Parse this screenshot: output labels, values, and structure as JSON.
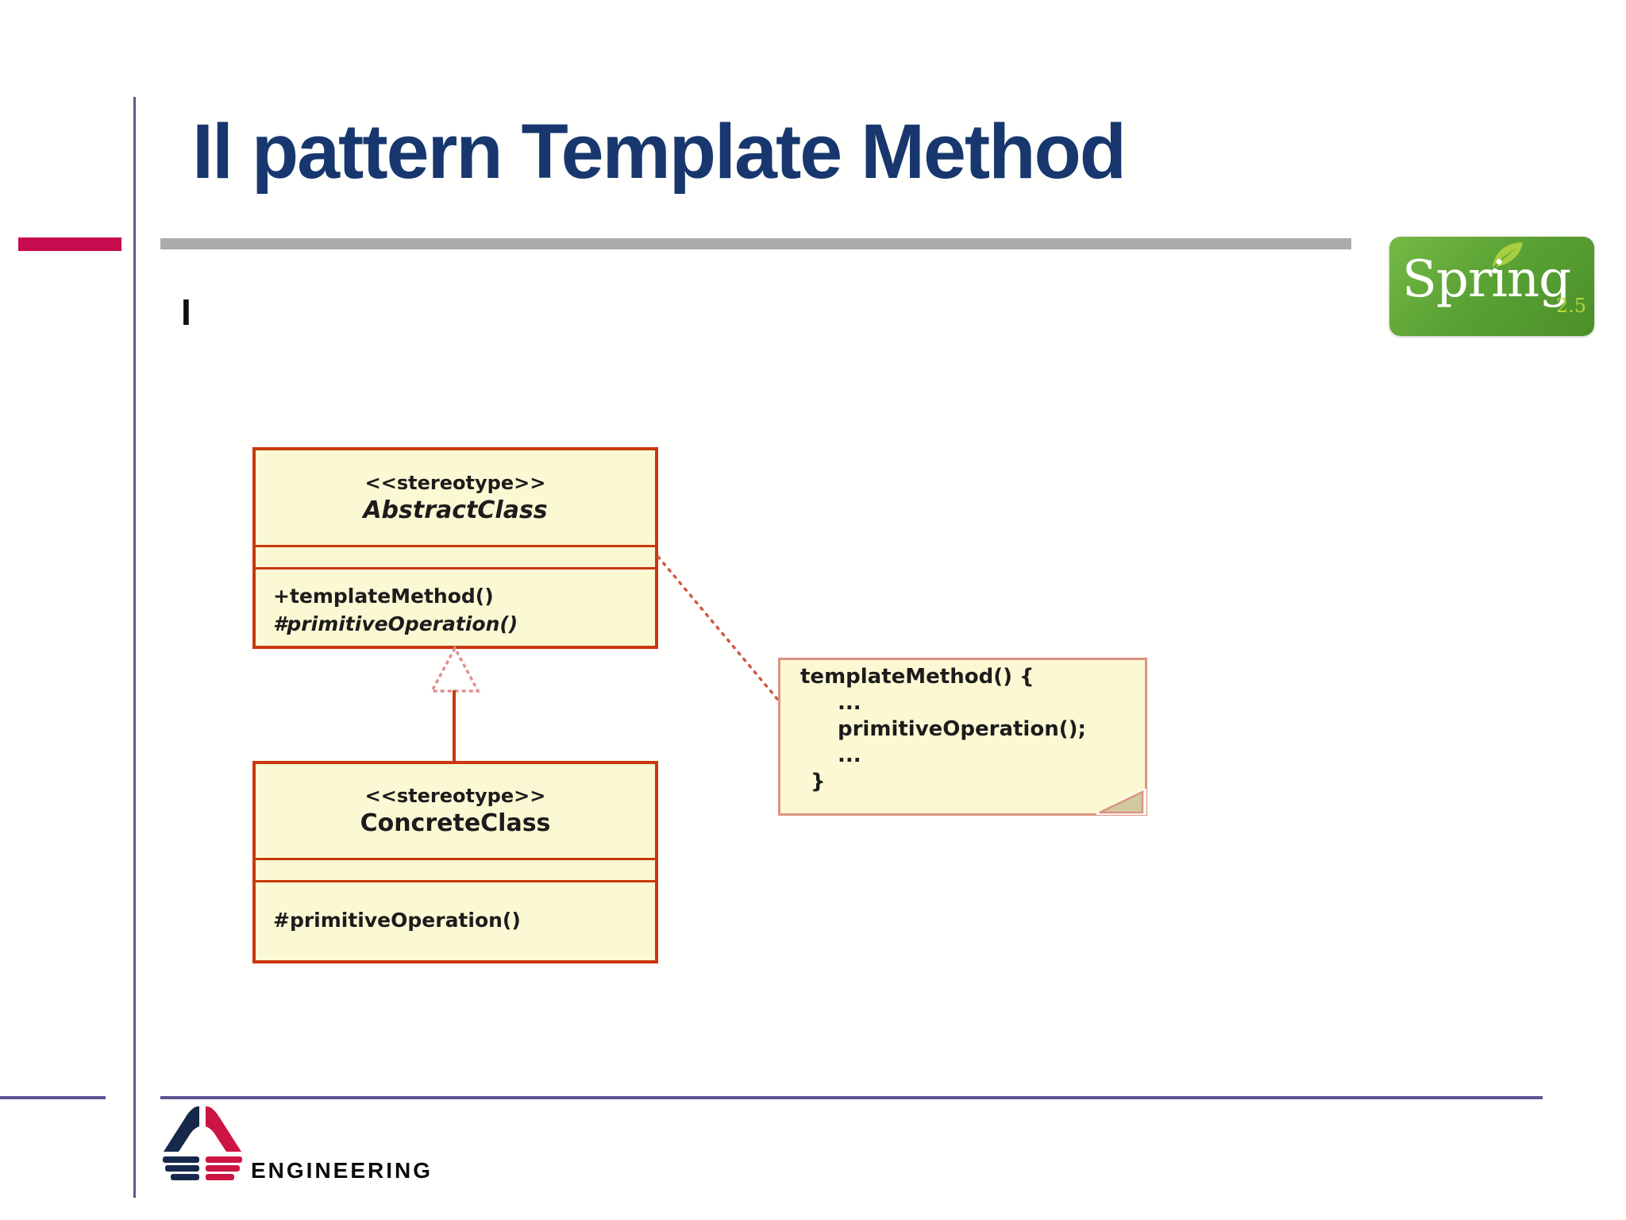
{
  "title": "Il pattern Template Method",
  "cursor_mark": "I",
  "spring_logo": {
    "name": "Spring",
    "version": "2.5"
  },
  "uml": {
    "abstract_class": {
      "stereotype": "<<stereotype>>",
      "name": "AbstractClass",
      "method_1": "+templateMethod()",
      "method_2": "#primitiveOperation()"
    },
    "concrete_class": {
      "stereotype": "<<stereotype>>",
      "name": "ConcreteClass",
      "method_1": "#primitiveOperation()"
    },
    "note": {
      "line_1": "templateMethod() {",
      "line_2": "...",
      "line_3": "primitiveOperation();",
      "line_4": "...",
      "line_5": "}"
    }
  },
  "footer": {
    "brand": "ENGINEERING"
  },
  "colors": {
    "title_navy": "#17376e",
    "accent_red_bar": "#c60b4e",
    "accent_gray_bar": "#ababab",
    "rule_purple": "#5d5694",
    "uml_box_border": "#c9370e",
    "uml_box_fill": "#fbf8d4",
    "note_border": "#dc9480",
    "spring_green": "#5ba335",
    "spring_version_green": "#b9d53a",
    "engineering_navy": "#16294b",
    "engineering_red": "#cd1543"
  }
}
